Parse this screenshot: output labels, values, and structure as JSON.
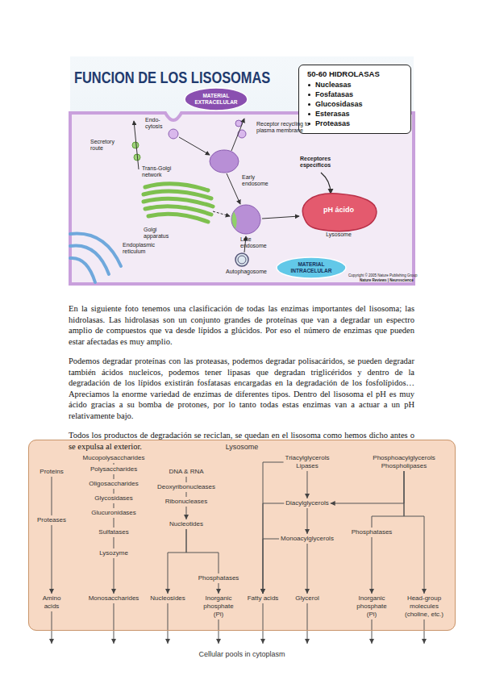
{
  "diagram": {
    "title": "FUNCION DE LOS LISOSOMAS",
    "nodes": [
      {
        "text": [
          "50-60 HIDROLASAS",
          "Nucleasas",
          "Fosfatasas",
          "Glucosidasas",
          "Esterasas",
          "Proteasas"
        ]
      },
      {
        "text": [
          "MATERIAL EXTRACELULAR"
        ]
      },
      {
        "text": [
          "pH ácido",
          "Lysosome"
        ]
      },
      {
        "text": [
          "MATERIAL INTRACELULAR"
        ]
      },
      {
        "text": [
          "Lysosome"
        ]
      },
      {
        "text": [
          "Proteins"
        ],
        "in": 4
      },
      {
        "text": [
          "Proteases"
        ],
        "in": 4
      },
      {
        "text": [
          "Amino acids"
        ],
        "in": 4
      },
      {
        "text": [
          "Mucopolysaccharides"
        ],
        "in": 4
      },
      {
        "text": [
          "Polysaccharides"
        ],
        "in": 4
      },
      {
        "text": [
          "Oligosaccharides"
        ],
        "in": 4
      },
      {
        "text": [
          "Glycosidases"
        ],
        "in": 4
      },
      {
        "text": [
          "Glucuronidases"
        ],
        "in": 4
      },
      {
        "text": [
          "Sulfatases"
        ],
        "in": 4
      },
      {
        "text": [
          "Lysozyme"
        ],
        "in": 4
      },
      {
        "text": [
          "Monosaccharides"
        ],
        "in": 4
      },
      {
        "text": [
          "DNA & RNA"
        ],
        "in": 4
      },
      {
        "text": [
          "Deoxyribonucleases"
        ],
        "in": 4
      },
      {
        "text": [
          "Ribonucleases"
        ],
        "in": 4
      },
      {
        "text": [
          "Nucleotides"
        ],
        "in": 4
      },
      {
        "text": [
          "Nucleosides"
        ],
        "in": 4
      },
      {
        "text": [
          "Phosphatases"
        ],
        "in": 4
      },
      {
        "text": [
          "Inorganic phosphate (Pi)"
        ],
        "in": 4
      },
      {
        "text": [
          "Triacylglycerols",
          "Lipases"
        ],
        "in": 4
      },
      {
        "text": [
          "Diacylglycerols"
        ],
        "in": 4
      },
      {
        "text": [
          "Monoacylglycerols"
        ],
        "in": 4
      },
      {
        "text": [
          "Fatty acids"
        ],
        "in": 4
      },
      {
        "text": [
          "Glycerol"
        ],
        "in": 4
      },
      {
        "text": [
          "Phosphoacylglycerols",
          "Phospholipases"
        ],
        "in": 4
      },
      {
        "text": [
          "Phosphatases"
        ],
        "in": 4
      },
      {
        "text": [
          "Inorganic phosphate (Pi)"
        ],
        "in": 4
      },
      {
        "text": [
          "Head-group molecules (choline, etc.)"
        ],
        "in": 4
      },
      {
        "text": [
          "Cellular pools in cytoplasm"
        ]
      }
    ],
    "edges": [
      {
        "from": 5,
        "to": 6,
        "arrow": "none"
      },
      {
        "from": 6,
        "to": 7,
        "arrow": "to"
      },
      {
        "from": 8,
        "to": 9,
        "arrow": "none"
      },
      {
        "from": 9,
        "to": 10,
        "arrow": "none"
      },
      {
        "from": 10,
        "to": 11,
        "arrow": "none"
      },
      {
        "from": 11,
        "to": 12,
        "arrow": "none"
      },
      {
        "from": 12,
        "to": 13,
        "arrow": "none"
      },
      {
        "from": 13,
        "to": 14,
        "arrow": "none"
      },
      {
        "from": 14,
        "to": 15,
        "arrow": "to"
      },
      {
        "from": 16,
        "to": 17,
        "arrow": "none"
      },
      {
        "from": 17,
        "to": 18,
        "arrow": "none"
      },
      {
        "from": 18,
        "to": 19,
        "arrow": "to"
      },
      {
        "from": 19,
        "to": 20,
        "arrow": "to"
      },
      {
        "from": 19,
        "to": 21,
        "arrow": "none"
      },
      {
        "from": 21,
        "to": 22,
        "arrow": "to"
      },
      {
        "from": 23,
        "to": 24,
        "arrow": "to"
      },
      {
        "from": 23,
        "to": 26,
        "arrow": "to"
      },
      {
        "from": 24,
        "to": 25,
        "arrow": "to"
      },
      {
        "from": 24,
        "to": 26,
        "arrow": "to"
      },
      {
        "from": 25,
        "to": 26,
        "arrow": "to"
      },
      {
        "from": 25,
        "to": 27,
        "arrow": "to"
      },
      {
        "from": 28,
        "to": 24,
        "arrow": "to"
      },
      {
        "from": 28,
        "to": 29,
        "arrow": "none"
      },
      {
        "from": 29,
        "to": 30,
        "arrow": "to"
      },
      {
        "from": 28,
        "to": 31,
        "arrow": "to"
      },
      {
        "from": 7,
        "to": 32,
        "arrow": "to"
      },
      {
        "from": 15,
        "to": 32,
        "arrow": "to"
      },
      {
        "from": 20,
        "to": 32,
        "arrow": "to"
      },
      {
        "from": 22,
        "to": 32,
        "arrow": "to"
      },
      {
        "from": 26,
        "to": 32,
        "arrow": "to"
      },
      {
        "from": 27,
        "to": 32,
        "arrow": "to"
      },
      {
        "from": 30,
        "to": 32,
        "arrow": "to"
      },
      {
        "from": 31,
        "to": 32,
        "arrow": "to"
      }
    ],
    "labels": [
      "Endo- cytosis",
      "Secretory route",
      "Receptor recycling to plasma membrane",
      "Trans-Golgi network",
      "Early endosome",
      "Receptores específicos",
      "Golgi apparatus",
      "Endoplasmic reticulum",
      "Late endosome",
      "Autophagosome",
      "Copyright © 2005 Nature Publishing Group",
      "Nature Reviews | Neuroscience",
      "En la siguiente foto tenemos una clasificación de todas las enzimas importantes del lisosoma; las hidrolasas. Las hidrolasas son un conjunto grandes de proteínas que van a degradar un espectro amplio de compuestos que va desde lípidos a glúcidos. Por eso el número de enzimas que pueden estar afectadas es muy amplio.",
      "Podemos degradar proteínas con las proteasas, podemos degradar polisacáridos, se pueden degradar también ácidos nucleicos, podemos tener lipasas que degradan triglicéridos y dentro de la degradación de los lípidos existirán fosfatasas encargadas en la degradación de los fosfolípidos…Apreciamos la enorme variedad de enzimas de diferentes tipos. Dentro del lisosoma el pH es muy ácido gracias a su bomba de protones, por lo tanto todas estas enzimas van a actuar a un pH relativamente bajo.",
      "Todos los productos de degradación se reciclan, se quedan en el lisosoma como hemos dicho antes o se expulsa al exterior."
    ]
  }
}
